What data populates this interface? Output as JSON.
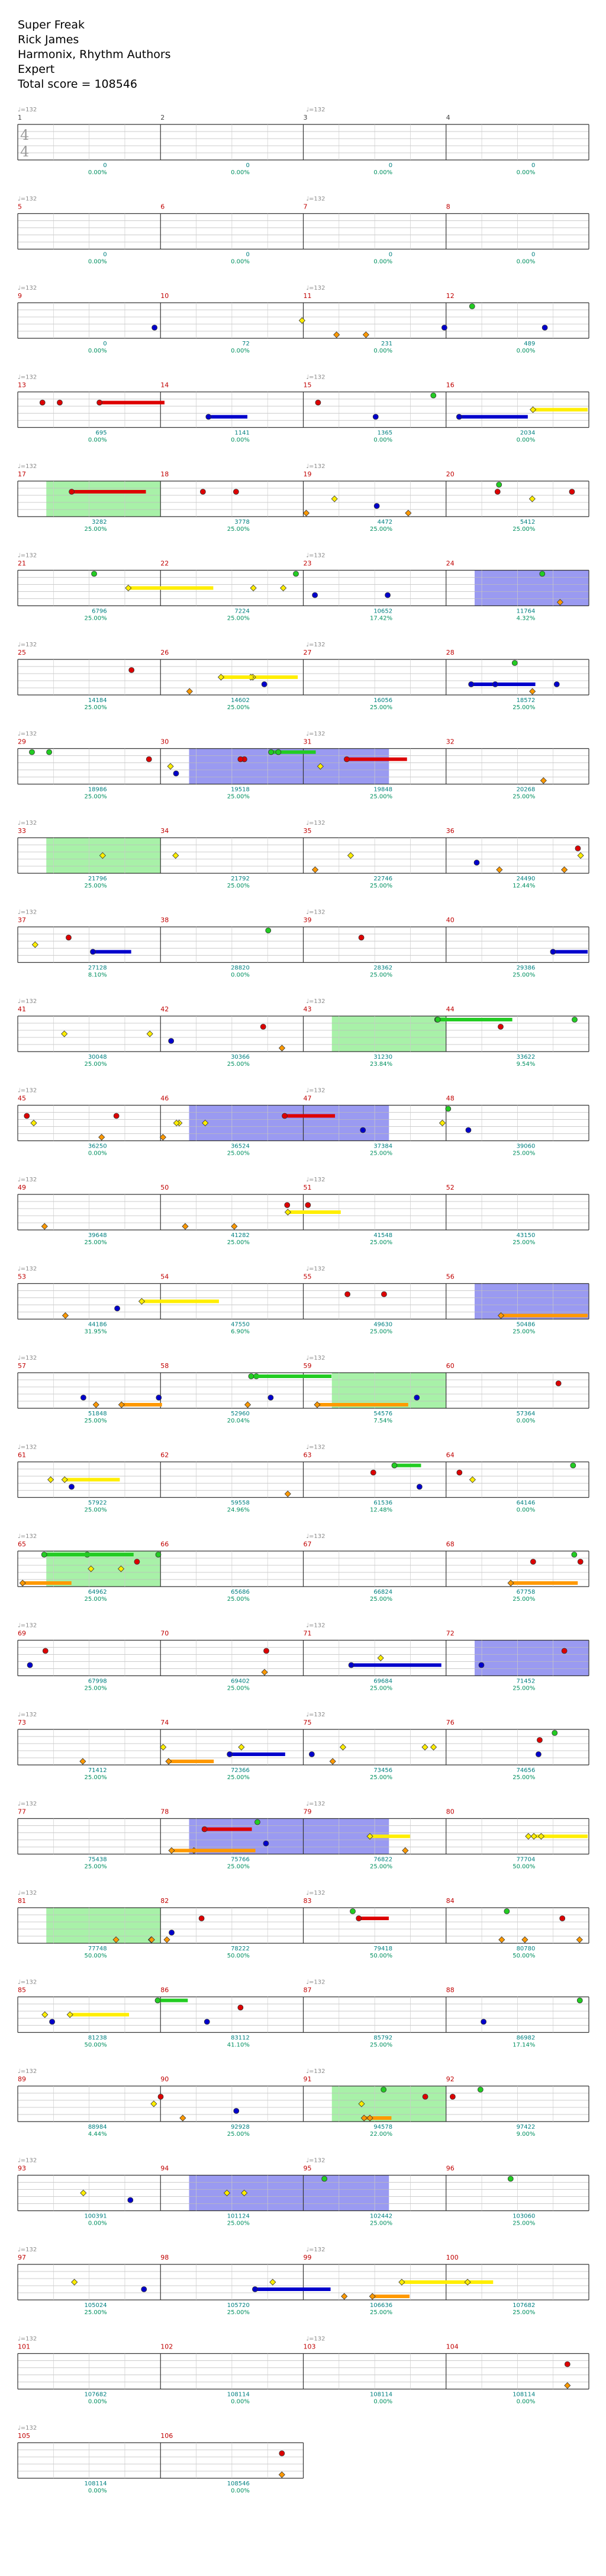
{
  "header": {
    "song_title": "Super Freak",
    "artist": "Rick James",
    "charter": "Harmonix, Rhythm Authors",
    "difficulty": "Expert",
    "total_score_label": "Total score = 108546"
  },
  "time_signature": {
    "numerator": "4",
    "denominator": "4"
  },
  "tempo_marker": "♩=132",
  "colors": {
    "green": "#22cc22",
    "red": "#dd0000",
    "yellow": "#ffee00",
    "blue": "#0000cc",
    "orange": "#ff9900",
    "overdrive_zone": "#99ee99",
    "solo_zone": "#8888ee",
    "measure_number": "#c00000",
    "score_text": "#008080",
    "percent_text": "#009060"
  },
  "rows": [
    {
      "measures": [
        1,
        2,
        3,
        4
      ],
      "cumulative_scores": [
        "0",
        "0",
        "0",
        "0"
      ],
      "percents": [
        "0.00%",
        "0.00%",
        "0.00%",
        "0.00%"
      ]
    },
    {
      "measures": [
        5,
        6,
        7,
        8
      ],
      "cumulative_scores": [
        "0",
        "0",
        "0",
        "0"
      ],
      "percents": [
        "0.00%",
        "0.00%",
        "0.00%",
        "0.00%"
      ]
    },
    {
      "measures": [
        9,
        10,
        11,
        12
      ],
      "cumulative_scores": [
        "0",
        "72",
        "231",
        "489"
      ],
      "percents": [
        "0.00%",
        "0.00%",
        "0.00%",
        "0.00%"
      ]
    },
    {
      "measures": [
        13,
        14,
        15,
        16
      ],
      "cumulative_scores": [
        "695",
        "1141",
        "1365",
        "2034"
      ],
      "percents": [
        "0.00%",
        "0.00%",
        "0.00%",
        "0.00%"
      ]
    },
    {
      "measures": [
        17,
        18,
        19,
        20
      ],
      "cumulative_scores": [
        "3282",
        "3778",
        "4472",
        "5412"
      ],
      "percents": [
        "25.00%",
        "25.00%",
        "25.00%",
        "25.00%"
      ]
    },
    {
      "measures": [
        21,
        22,
        23,
        24
      ],
      "cumulative_scores": [
        "6796",
        "7224",
        "10652",
        "11764"
      ],
      "percents": [
        "25.00%",
        "25.00%",
        "17.42%",
        "4.32%"
      ]
    },
    {
      "measures": [
        25,
        26,
        27,
        28
      ],
      "cumulative_scores": [
        "14184",
        "14602",
        "16056",
        "18572"
      ],
      "percents": [
        "25.00%",
        "25.00%",
        "25.00%",
        "25.00%"
      ]
    },
    {
      "measures": [
        29,
        30,
        31,
        32
      ],
      "cumulative_scores": [
        "18986",
        "19518",
        "19848",
        "20268"
      ],
      "percents": [
        "25.00%",
        "25.00%",
        "25.00%",
        "25.00%"
      ]
    },
    {
      "measures": [
        33,
        34,
        35,
        36
      ],
      "cumulative_scores": [
        "21796",
        "21792",
        "22746",
        "24490"
      ],
      "percents": [
        "25.00%",
        "25.00%",
        "25.00%",
        "12.44%"
      ]
    },
    {
      "measures": [
        37,
        38,
        39,
        40
      ],
      "cumulative_scores": [
        "27128",
        "28820",
        "28362",
        "29386"
      ],
      "percents": [
        "8.10%",
        "0.00%",
        "25.00%",
        "25.00%"
      ]
    },
    {
      "measures": [
        41,
        42,
        43,
        44
      ],
      "cumulative_scores": [
        "30048",
        "30366",
        "31230",
        "33622"
      ],
      "percents": [
        "25.00%",
        "25.00%",
        "23.84%",
        "9.54%"
      ]
    },
    {
      "measures": [
        45,
        46,
        47,
        48
      ],
      "cumulative_scores": [
        "36250",
        "36524",
        "37384",
        "39060"
      ],
      "percents": [
        "0.00%",
        "25.00%",
        "25.00%",
        "25.00%"
      ]
    },
    {
      "measures": [
        49,
        50,
        51,
        52
      ],
      "cumulative_scores": [
        "39648",
        "41282",
        "41548",
        "43150"
      ],
      "percents": [
        "25.00%",
        "25.00%",
        "25.00%",
        "25.00%"
      ]
    },
    {
      "measures": [
        53,
        54,
        55,
        56
      ],
      "cumulative_scores": [
        "44186",
        "47550",
        "49630",
        "50486"
      ],
      "percents": [
        "31.95%",
        "6.90%",
        "25.00%",
        "25.00%"
      ]
    },
    {
      "measures": [
        57,
        58,
        59,
        60
      ],
      "cumulative_scores": [
        "51848",
        "52960",
        "54576",
        "57364"
      ],
      "percents": [
        "25.00%",
        "20.04%",
        "7.54%",
        "0.00%"
      ]
    },
    {
      "measures": [
        61,
        62,
        63,
        64
      ],
      "cumulative_scores": [
        "57922",
        "59558",
        "61536",
        "64146"
      ],
      "percents": [
        "25.00%",
        "24.96%",
        "12.48%",
        "0.00%"
      ]
    },
    {
      "measures": [
        65,
        66,
        67,
        68
      ],
      "cumulative_scores": [
        "64962",
        "65686",
        "66824",
        "67758"
      ],
      "percents": [
        "25.00%",
        "25.00%",
        "25.00%",
        "25.00%"
      ]
    },
    {
      "measures": [
        69,
        70,
        71,
        72
      ],
      "cumulative_scores": [
        "67998",
        "69402",
        "69684",
        "71452"
      ],
      "percents": [
        "25.00%",
        "25.00%",
        "25.00%",
        "25.00%"
      ]
    },
    {
      "measures": [
        73,
        74,
        75,
        76
      ],
      "cumulative_scores": [
        "71412",
        "72366",
        "73456",
        "74656"
      ],
      "percents": [
        "25.00%",
        "25.00%",
        "25.00%",
        "25.00%"
      ]
    },
    {
      "measures": [
        77,
        78,
        79,
        80
      ],
      "cumulative_scores": [
        "75438",
        "75766",
        "76822",
        "77704"
      ],
      "percents": [
        "25.00%",
        "25.00%",
        "25.00%",
        "50.00%"
      ]
    },
    {
      "measures": [
        81,
        82,
        83,
        84
      ],
      "cumulative_scores": [
        "77748",
        "78222",
        "79418",
        "80780"
      ],
      "percents": [
        "50.00%",
        "50.00%",
        "50.00%",
        "50.00%"
      ]
    },
    {
      "measures": [
        85,
        86,
        87,
        88
      ],
      "cumulative_scores": [
        "81238",
        "83112",
        "85792",
        "86982"
      ],
      "percents": [
        "50.00%",
        "41.10%",
        "25.00%",
        "17.14%"
      ]
    },
    {
      "measures": [
        89,
        90,
        91,
        92
      ],
      "cumulative_scores": [
        "88984",
        "92928",
        "94578",
        "97422"
      ],
      "percents": [
        "4.44%",
        "25.00%",
        "22.00%",
        "9.00%"
      ]
    },
    {
      "measures": [
        93,
        94,
        95,
        96
      ],
      "cumulative_scores": [
        "100391",
        "101124",
        "102442",
        "103060"
      ],
      "percents": [
        "0.00%",
        "25.00%",
        "25.00%",
        "25.00%"
      ]
    },
    {
      "measures": [
        97,
        98,
        99,
        100
      ],
      "cumulative_scores": [
        "105024",
        "105720",
        "106636",
        "107682"
      ],
      "percents": [
        "25.00%",
        "25.00%",
        "25.00%",
        "25.00%"
      ]
    },
    {
      "measures": [
        101,
        102,
        103,
        104
      ],
      "cumulative_scores": [
        "107682",
        "108114",
        "108114",
        "108114"
      ],
      "percents": [
        "0.00%",
        "0.00%",
        "0.00%",
        "0.00%"
      ]
    },
    {
      "measures": [
        105,
        106
      ],
      "cumulative_scores": [
        "108114",
        "108546"
      ],
      "percents": [
        "0.00%",
        "0.00%"
      ]
    }
  ]
}
